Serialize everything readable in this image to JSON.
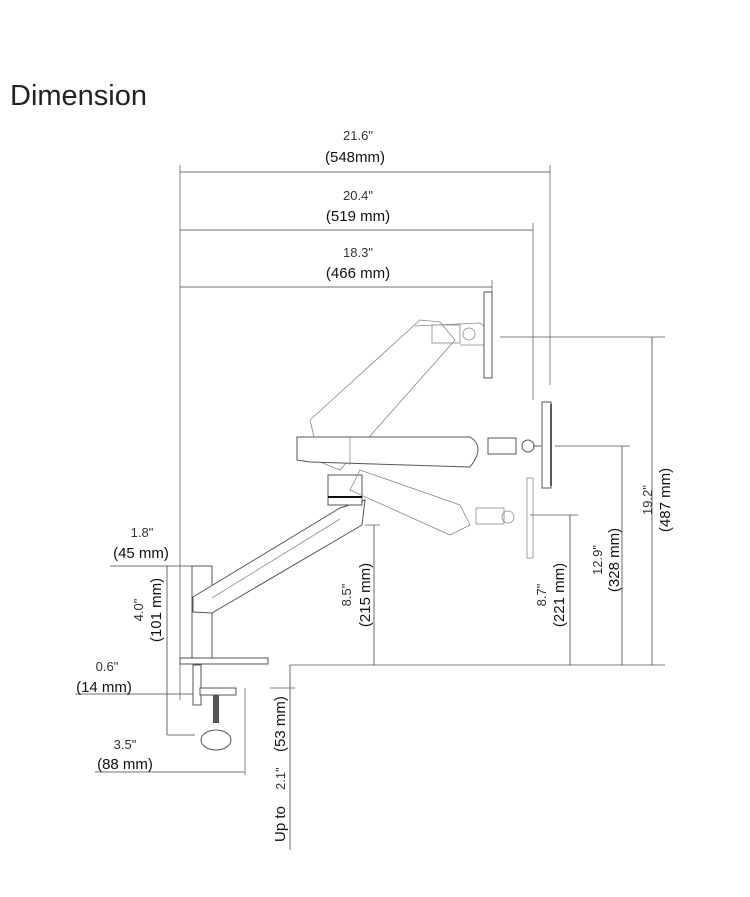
{
  "title": "Dimension",
  "dims": {
    "overall_max": {
      "in": "21.6\"",
      "mm": "(548mm)"
    },
    "overall_mid": {
      "in": "20.4\"",
      "mm": "(519 mm)"
    },
    "overall_min": {
      "in": "18.3\"",
      "mm": "(466 mm)"
    },
    "height_max": {
      "in": "19.2\"",
      "mm": "(487 mm)"
    },
    "height_mid": {
      "in": "12.9\"",
      "mm": "(328 mm)"
    },
    "height_low": {
      "in": "8.7\"",
      "mm": "(221 mm)"
    },
    "arm_pivot": {
      "in": "8.5\"",
      "mm": "(215 mm)"
    },
    "pole_width": {
      "in": "1.8\"",
      "mm": "(45 mm)"
    },
    "pole_height": {
      "in": "4.0\"",
      "mm": "(101 mm)"
    },
    "plate_thickness": {
      "in": "0.6\"",
      "mm": "(14 mm)"
    },
    "clamp_depth": {
      "in": "3.5\"",
      "mm": "(88 mm)"
    },
    "desk_thickness": {
      "prefix": "Up to",
      "in": "2.1\"",
      "mm": "(53 mm)"
    }
  }
}
